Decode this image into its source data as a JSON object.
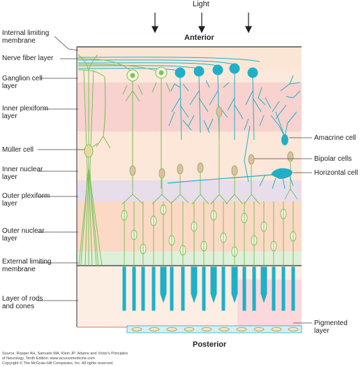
{
  "top_label": "Light",
  "anterior_label": "Anterior",
  "posterior_label": "Posterior",
  "left_labels": [
    "Internal limiting\nmembrane",
    "Nerve fiber layer",
    "Ganglion cell\nlayer",
    "Inner plexiform\nlayer",
    "Müller cell",
    "Inner nuclear\nlayer",
    "Outer plexiform\nlayer",
    "Outer nuclear\nlayer",
    "External limiting\nmembrane",
    "Layer of rods\nand cones"
  ],
  "right_labels": [
    "Amacrine cell",
    "Bipolar cells",
    "Horizontal cell",
    "Pigmented\nlayer"
  ],
  "source": [
    "Source: Ropper AH, Samuels MA, Klein JP: Adams and Victor's Principles",
    "of Neurology, Tenth Edition: www.accessmedicine.com",
    "Copyright © The McGraw-Hill Companies, Inc. All rights reserved."
  ],
  "colors": {
    "neuron_green": "#7cc35a",
    "neuron_blue": "#1fb0c8",
    "nucleus_pink": "#e8b8a8",
    "layer_peach": "#fbe3d2",
    "layer_pink": "#f6d3cf",
    "layer_lavender": "#e5dcea",
    "layer_green": "#ddeedc"
  }
}
